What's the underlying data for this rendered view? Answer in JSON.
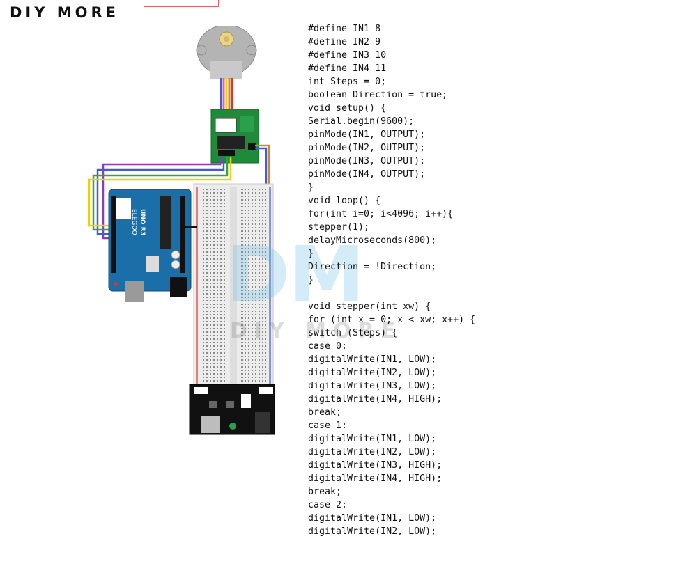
{
  "brand": {
    "logo_text": "DIY MORE"
  },
  "watermark": {
    "big": "DM",
    "small": "DIY MORE"
  },
  "board": {
    "brand_label": "ELEGOO",
    "model_label": "UNO R3"
  },
  "code_lines": [
    "#define IN1 8",
    "#define IN2 9",
    "#define IN3 10",
    "#define IN4 11",
    "int Steps = 0;",
    "boolean Direction = true;",
    "void setup() {",
    "Serial.begin(9600);",
    "pinMode(IN1, OUTPUT);",
    "pinMode(IN2, OUTPUT);",
    "pinMode(IN3, OUTPUT);",
    "pinMode(IN4, OUTPUT);",
    "}",
    "void loop() {",
    "for(int i=0; i<4096; i++){",
    "stepper(1);",
    "delayMicroseconds(800);",
    "}",
    "Direction = !Direction;",
    "}",
    "",
    "void stepper(int xw) {",
    "for (int x = 0; x < xw; x++) {",
    "switch (Steps) {",
    "case 0:",
    "digitalWrite(IN1, LOW);",
    "digitalWrite(IN2, LOW);",
    "digitalWrite(IN3, LOW);",
    "digitalWrite(IN4, HIGH);",
    "break;",
    "case 1:",
    "digitalWrite(IN1, LOW);",
    "digitalWrite(IN2, LOW);",
    "digitalWrite(IN3, HIGH);",
    "digitalWrite(IN4, HIGH);",
    "break;",
    "case 2:",
    "digitalWrite(IN1, LOW);",
    "digitalWrite(IN2, LOW);"
  ],
  "colors": {
    "wire_yellow": "#e8d400",
    "wire_green": "#3aa23a",
    "wire_blue": "#3f5fd0",
    "wire_purple": "#8a3fb0",
    "wire_orange": "#d9822b",
    "driver_green": "#1f8a3a",
    "arduino_blue": "#1a6fa8",
    "motor_gray": "#b4b4b4"
  }
}
